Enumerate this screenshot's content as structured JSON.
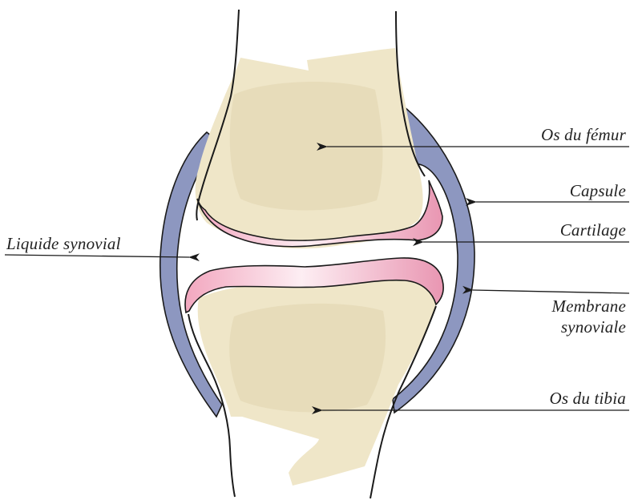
{
  "diagram": {
    "labels": {
      "femur": "Os du fémur",
      "capsule": "Capsule",
      "cartilage": "Cartilage",
      "synovial_fluid": "Liquide synovial",
      "membrane_line1": "Membrane",
      "membrane_line2": "synoviale",
      "tibia": "Os du tibia"
    },
    "colors": {
      "bone": "#efe6c8",
      "bone_texture": "#e5dab8",
      "capsule": "#8d97c0",
      "cartilage": "#e07a9c",
      "cartilage_light": "#fbe3ec",
      "outline": "#1a1a1a"
    }
  }
}
